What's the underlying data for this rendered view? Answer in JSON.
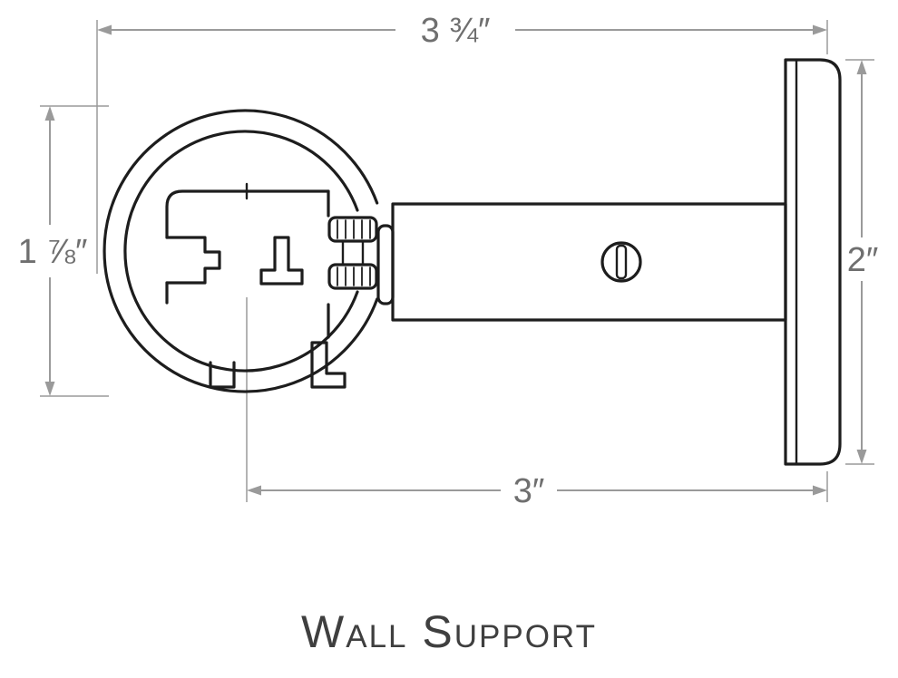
{
  "title": "Wall Support",
  "dimensions": {
    "top": "3 ¾″",
    "left": "1 ⅞″",
    "right": "2″",
    "bottom": "3″"
  },
  "colors": {
    "background": "#ffffff",
    "drawing_line": "#1d1d1d",
    "dimension_line": "#9a9a9a",
    "dimension_text": "#6f6f6f",
    "title_text": "#3f3f3f"
  }
}
